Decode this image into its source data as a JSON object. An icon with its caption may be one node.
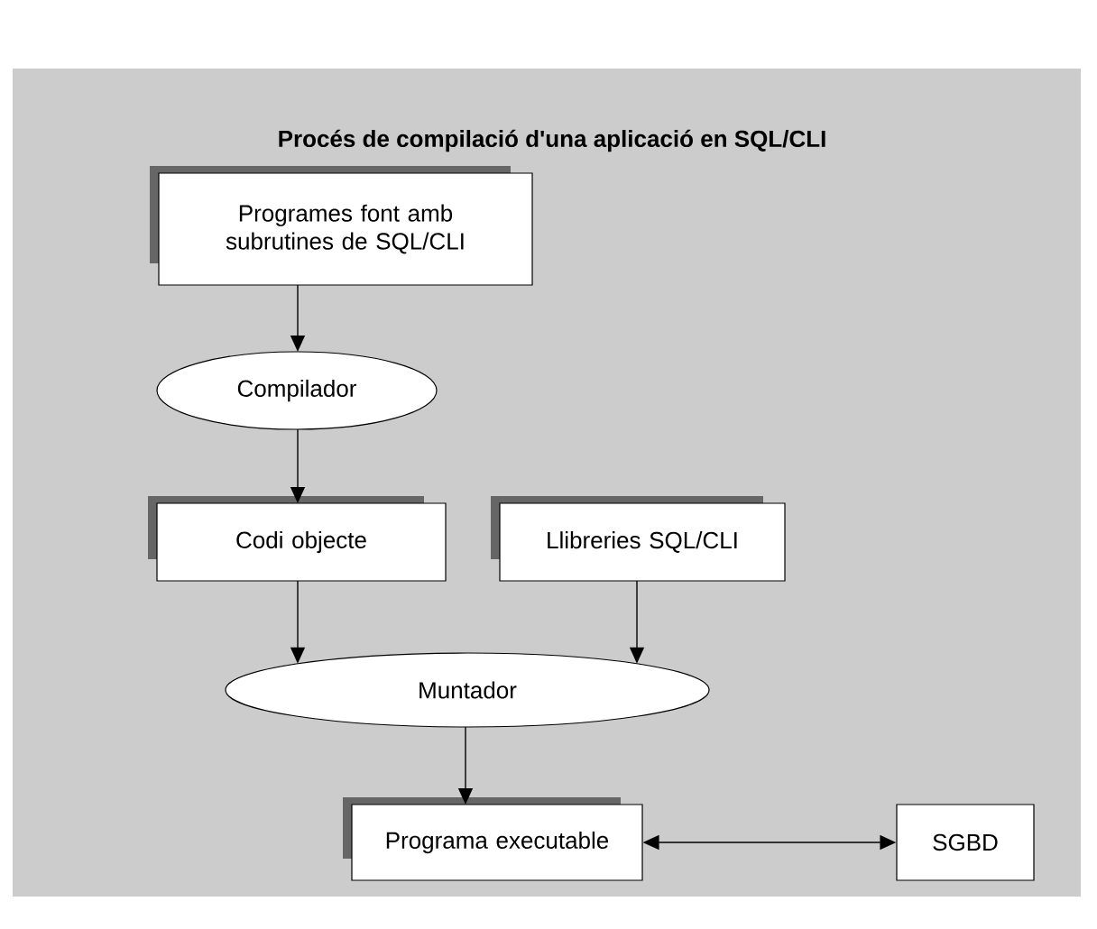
{
  "diagram": {
    "title": "Procés de compilació d'una aplicació en SQL/CLI",
    "nodes": [
      {
        "text": [
          "Programes font amb subrutines de SQL/CLI"
        ]
      },
      {
        "text": [
          "Compilador"
        ]
      },
      {
        "text": [
          "Codi objecte"
        ]
      },
      {
        "text": [
          "Llibreries SQL/CLI"
        ]
      },
      {
        "text": [
          "Muntador"
        ]
      },
      {
        "text": [
          "Programa executable"
        ]
      },
      {
        "text": [
          "SGBD"
        ]
      }
    ],
    "edges": [
      {
        "from": 0,
        "to": 1,
        "arrow": "to"
      },
      {
        "from": 1,
        "to": 2,
        "arrow": "to"
      },
      {
        "from": 2,
        "to": 4,
        "arrow": "to"
      },
      {
        "from": 3,
        "to": 4,
        "arrow": "to"
      },
      {
        "from": 4,
        "to": 5,
        "arrow": "to"
      },
      {
        "from": 5,
        "to": 6,
        "arrow": "both"
      }
    ]
  }
}
